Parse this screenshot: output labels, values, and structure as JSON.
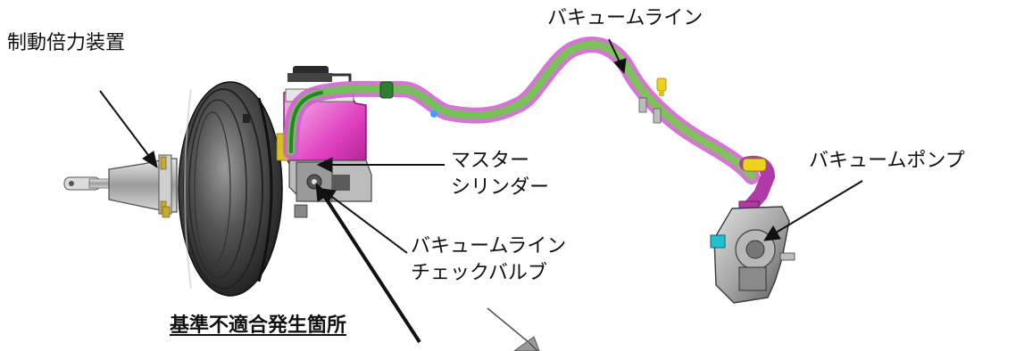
{
  "labels": {
    "booster": "制動倍力装置",
    "vacuum_line": "バキュームライン",
    "master_cylinder_line1": "マスター",
    "master_cylinder_line2": "シリンダー",
    "vacuum_pump": "バキュームポンプ",
    "check_valve_line1": "バキュームライン",
    "check_valve_line2": "チェックバルブ",
    "nonconformity_location": "基準不適合発生箇所"
  },
  "colors": {
    "booster_body": "#3a3a3a",
    "reservoir": "#e040c0",
    "hose_green": "#4caf50",
    "hose_magenta": "#d05ad0",
    "pump_body": "#9a9a9a",
    "connector_yellow": "#f0d020",
    "fitting_cyan": "#20c0d0"
  }
}
